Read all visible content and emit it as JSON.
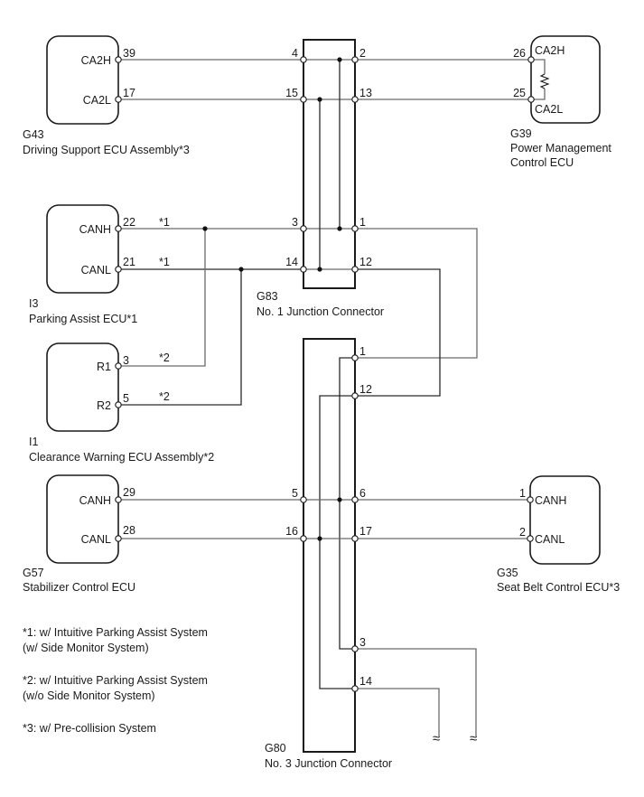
{
  "diagram": {
    "title": "CAN Communication System Wiring Diagram",
    "components": {
      "g43": {
        "code": "G43",
        "name": "Driving Support ECU Assembly*3",
        "pins": [
          {
            "label": "CA2H",
            "num": "39"
          },
          {
            "label": "CA2L",
            "num": "17"
          }
        ]
      },
      "g39": {
        "code": "G39",
        "name_line1": "Power Management",
        "name_line2": "Control ECU",
        "pins": [
          {
            "label": "CA2H",
            "num": "26"
          },
          {
            "label": "CA2L",
            "num": "25"
          }
        ],
        "internal": "terminating-resistor"
      },
      "i3": {
        "code": "I3",
        "name": "Parking Assist ECU*1",
        "pins": [
          {
            "label": "CANH",
            "num": "22"
          },
          {
            "label": "CANL",
            "num": "21"
          }
        ]
      },
      "i1": {
        "code": "I1",
        "name": "Clearance Warning ECU Assembly*2",
        "pins": [
          {
            "label": "R1",
            "num": "3"
          },
          {
            "label": "R2",
            "num": "5"
          }
        ]
      },
      "g57": {
        "code": "G57",
        "name": "Stabilizer Control ECU",
        "pins": [
          {
            "label": "CANH",
            "num": "29"
          },
          {
            "label": "CANL",
            "num": "28"
          }
        ]
      },
      "g35": {
        "code": "G35",
        "name": "Seat Belt Control ECU*3",
        "pins": [
          {
            "label": "CANH",
            "num": "1"
          },
          {
            "label": "CANL",
            "num": "2"
          }
        ]
      }
    },
    "junctions": {
      "g83": {
        "code": "G83",
        "name": "No. 1 Junction Connector",
        "left_pins": [
          "4",
          "15",
          "3",
          "14"
        ],
        "right_pins": [
          "2",
          "13",
          "1",
          "12"
        ]
      },
      "g80": {
        "code": "G80",
        "name": "No. 3 Junction Connector",
        "left_pins": [
          "5",
          "16"
        ],
        "right_pins": [
          "1",
          "12",
          "6",
          "17",
          "3",
          "14"
        ]
      }
    },
    "wire_notes": {
      "i3_canh": "*1",
      "i3_canl": "*1",
      "i1_r1": "*2",
      "i1_r2": "*2"
    },
    "notes": [
      {
        "line1": "*1: w/ Intuitive Parking Assist System",
        "line2": "(w/ Side Monitor System)"
      },
      {
        "line1": "*2: w/ Intuitive Parking Assist System",
        "line2": "(w/o Side Monitor System)"
      },
      {
        "line1": "*3: w/ Pre-collision System"
      }
    ],
    "continuation_symbol": "≈"
  }
}
